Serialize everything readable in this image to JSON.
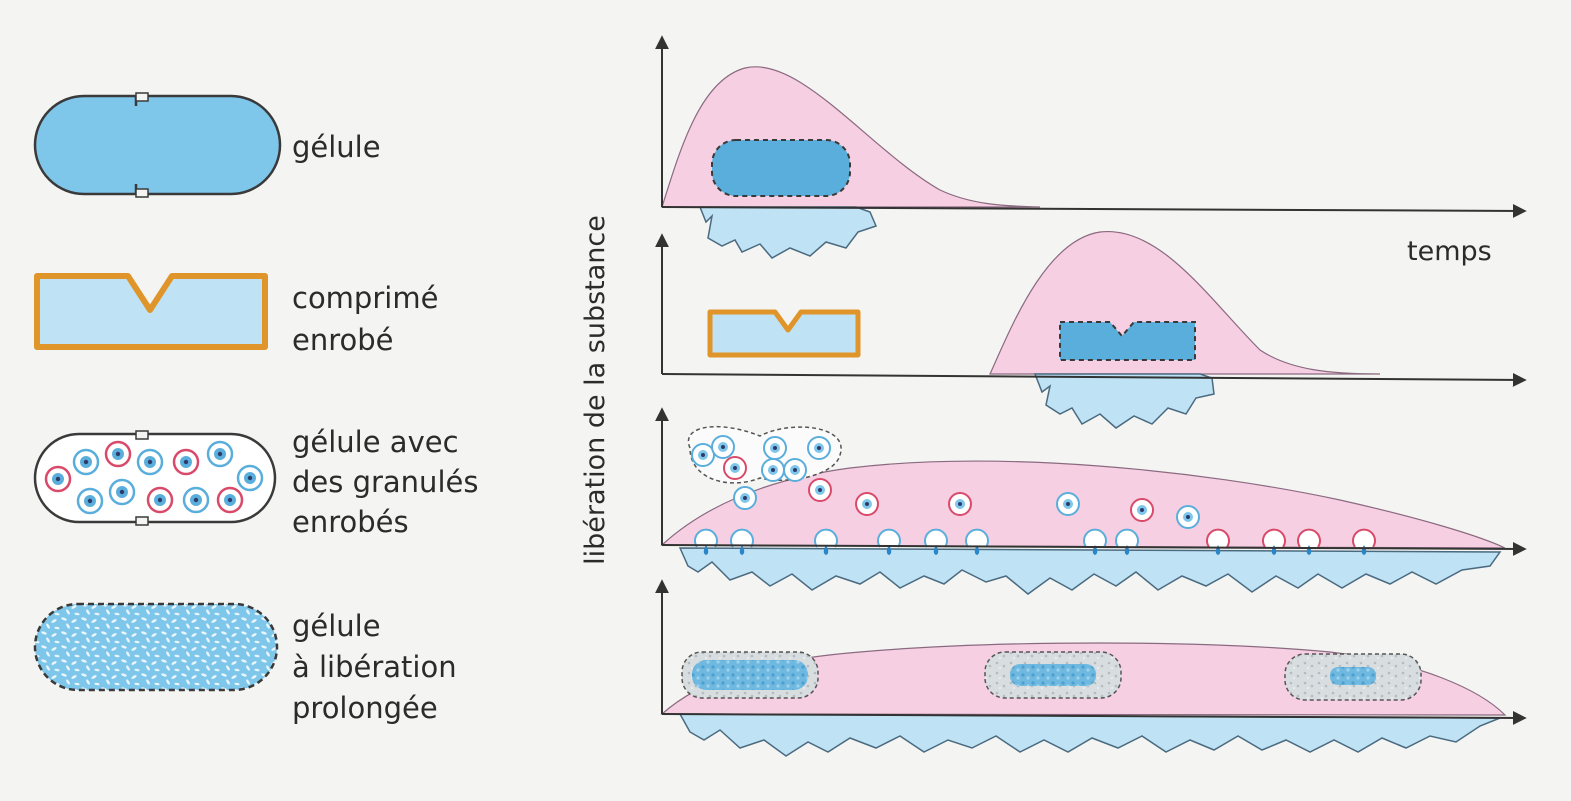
{
  "legend": [
    {
      "lines": [
        "gélule"
      ]
    },
    {
      "lines": [
        "comprimé",
        "enrobé"
      ]
    },
    {
      "lines": [
        "gélule avec",
        "des granulés",
        "enrobés"
      ]
    },
    {
      "lines": [
        "gélule",
        "à libération",
        "prolongée"
      ]
    }
  ],
  "y_axis_label": "libération de la substance",
  "x_axis_label": "temps",
  "colors": {
    "blue_fill": "#7ec6ea",
    "blue_dark": "#5aaedb",
    "pale_blue": "#bfe3f5",
    "pink": "#f7cfe3",
    "coating": "#e0952a",
    "red_ring": "#d94a6a",
    "outline": "#3a3a3a"
  }
}
